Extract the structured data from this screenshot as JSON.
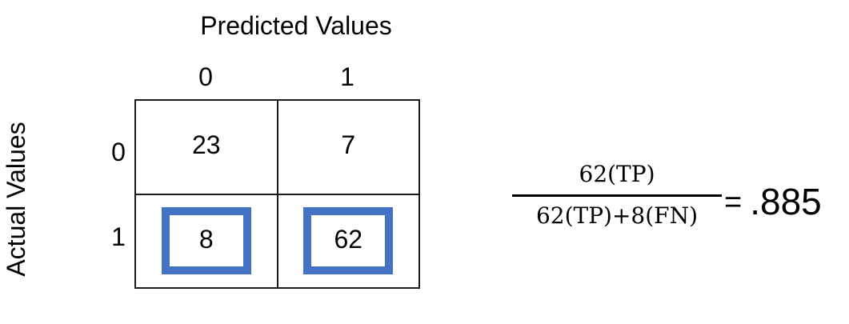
{
  "axes": {
    "predicted_title": "Predicted Values",
    "actual_title": "Actual Values",
    "column_labels": [
      "0",
      "1"
    ],
    "row_labels": [
      "0",
      "1"
    ]
  },
  "matrix": {
    "rows": [
      [
        "23",
        "7"
      ],
      [
        "8",
        "62"
      ]
    ],
    "highlight_color": "#4472c4",
    "highlighted_cells": [
      "row1-col0",
      "row1-col1"
    ]
  },
  "formula": {
    "numerator": "62(TP)",
    "denominator": "62(TP)+8(FN)",
    "equals": "=",
    "result": ".885"
  }
}
